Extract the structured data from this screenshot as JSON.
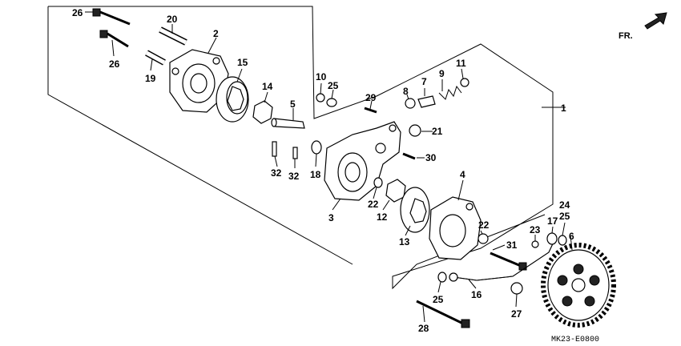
{
  "diagram": {
    "code": "MK23-E0800",
    "direction_label": "FR.",
    "callouts": [
      "1",
      "2",
      "3",
      "4",
      "5",
      "6",
      "7",
      "8",
      "9",
      "10",
      "11",
      "12",
      "13",
      "14",
      "15",
      "16",
      "17",
      "18",
      "19",
      "20",
      "21",
      "22",
      "22",
      "23",
      "24",
      "25",
      "25",
      "25",
      "26",
      "26",
      "27",
      "28",
      "29",
      "30",
      "31",
      "32",
      "32"
    ]
  }
}
